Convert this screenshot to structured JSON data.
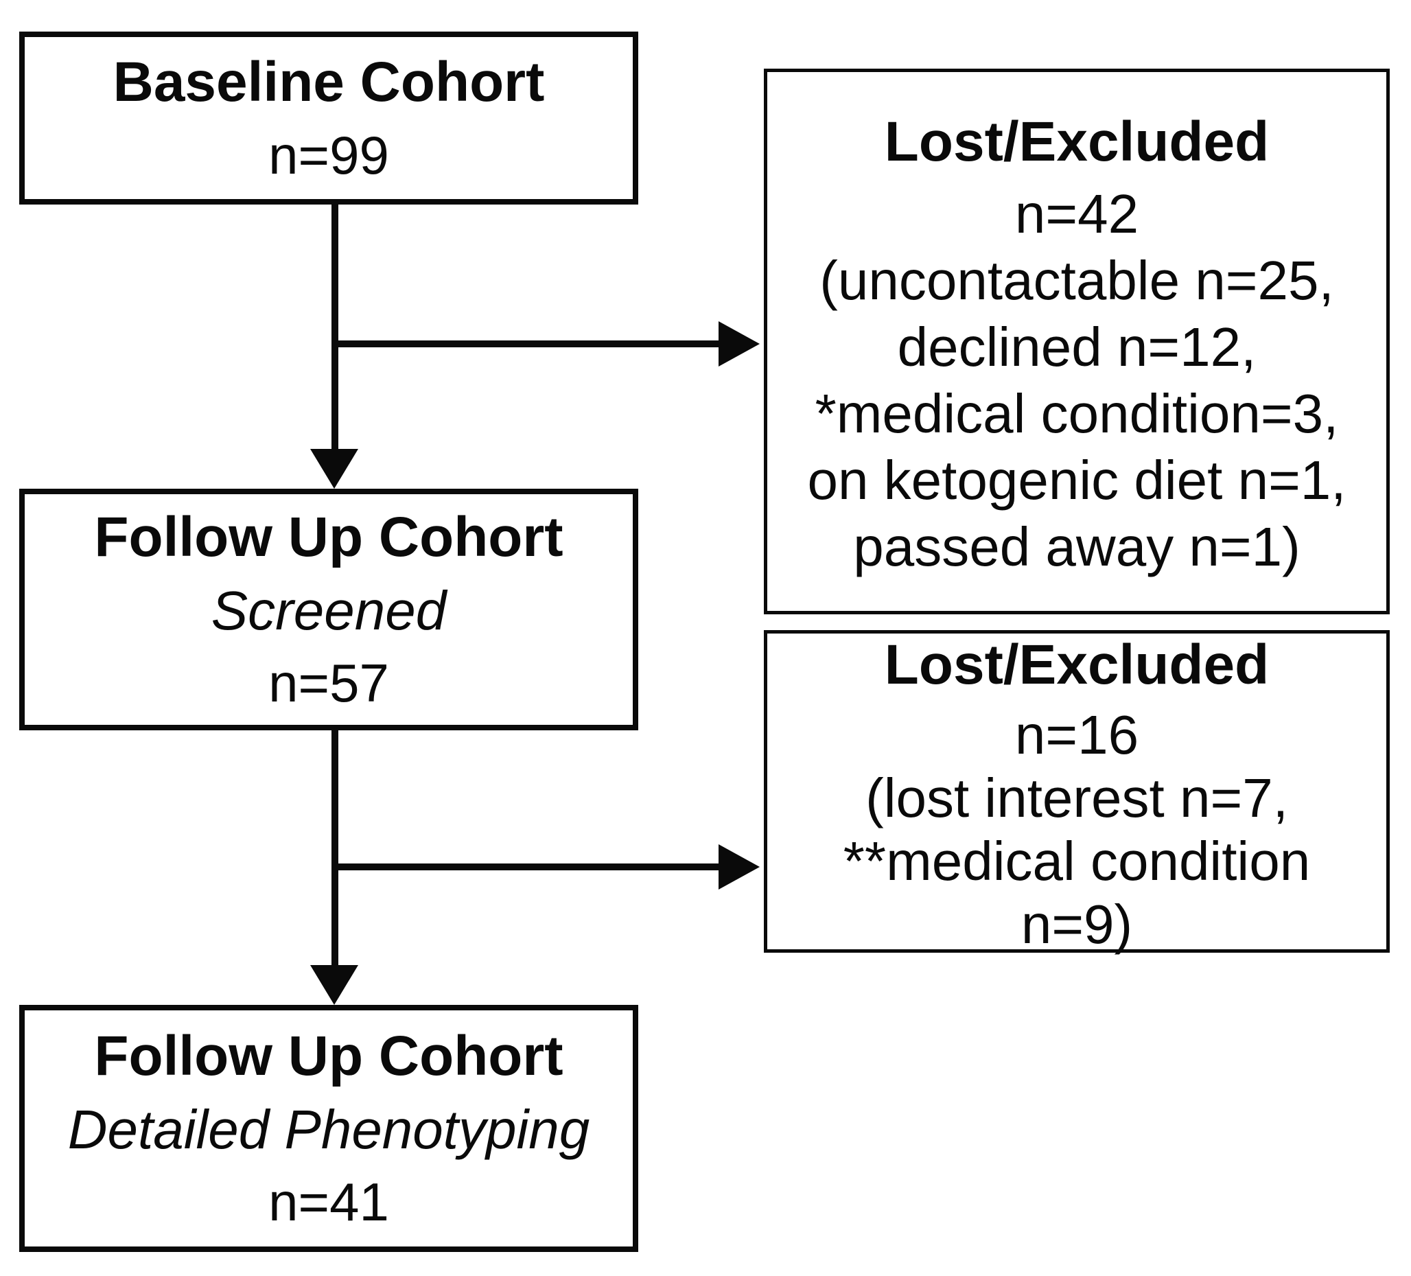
{
  "diagram_title": "Study cohort flow diagram",
  "colors": {
    "ink": "#0a0a0a",
    "background": "#ffffff"
  },
  "boxes": {
    "baseline": {
      "title": "Baseline Cohort",
      "count": "n=99"
    },
    "lost_excluded_1": {
      "title": "Lost/Excluded",
      "count": "n=42",
      "details": [
        "(uncontactable n=25,",
        "declined n=12,",
        "*medical condition=3,",
        "on ketogenic diet n=1,",
        "passed away n=1)"
      ]
    },
    "followup_screened": {
      "title": "Follow Up Cohort",
      "subtitle": "Screened",
      "count": "n=57"
    },
    "lost_excluded_2": {
      "title": "Lost/Excluded",
      "count": "n=16",
      "details": [
        "(lost interest n=7,",
        "**medical condition",
        "n=9)"
      ]
    },
    "followup_detailed": {
      "title": "Follow Up Cohort",
      "subtitle": "Detailed Phenotyping",
      "count": "n=41"
    }
  }
}
